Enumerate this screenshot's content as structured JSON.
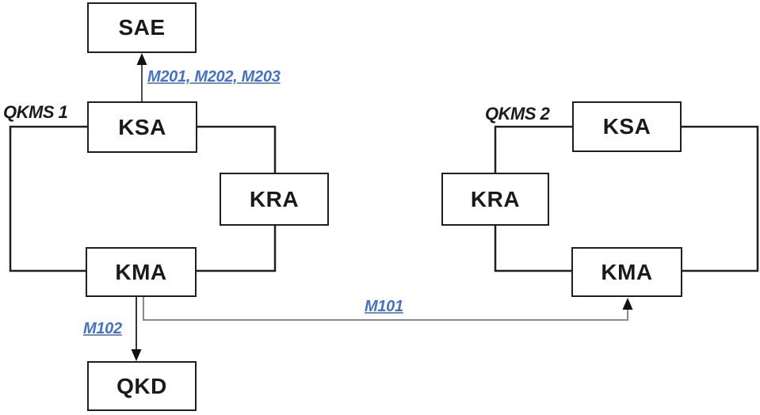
{
  "diagram": {
    "title_implicit": "QKMS interconnection diagram",
    "groups": {
      "qkms1": {
        "label": "QKMS 1"
      },
      "qkms2": {
        "label": "QKMS 2"
      }
    },
    "nodes": {
      "sae": {
        "label": "SAE"
      },
      "ksa1": {
        "label": "KSA"
      },
      "kra1": {
        "label": "KRA"
      },
      "kma1": {
        "label": "KMA"
      },
      "qkd": {
        "label": "QKD"
      },
      "ksa2": {
        "label": "KSA"
      },
      "kra2": {
        "label": "KRA"
      },
      "kma2": {
        "label": "KMA"
      }
    },
    "messages": {
      "kma_to_sae_via_ksa": {
        "label": "M201, M202, M203"
      },
      "kma1_to_qkd": {
        "label": "M102"
      },
      "kma1_to_kma2": {
        "label": "M101"
      }
    },
    "colors": {
      "message_label": "#4472c4",
      "box_border": "#1f1f1f",
      "connector": "#1f1f1f",
      "arrow_line_dark": "#4d4d4d",
      "arrow_line_gray": "#8c8c8c",
      "arrowhead": "#111111"
    }
  }
}
